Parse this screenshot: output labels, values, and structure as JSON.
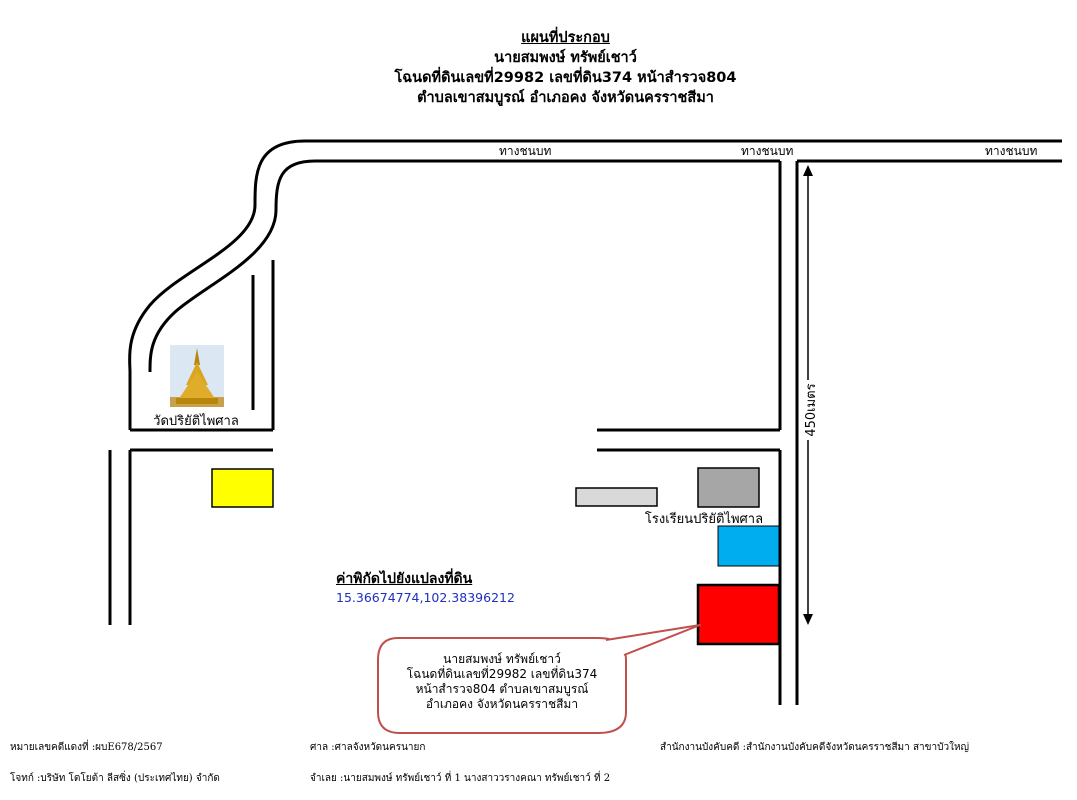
{
  "title": {
    "line1": "แผนที่ประกอบ",
    "line2": "นายสมพงษ์ ทรัพย์เชาว์",
    "line3": "โฉนดที่ดินเลขที่29982 เลขที่ดิน374 หน้าสำรวจ804",
    "line4": "ตำบลเขาสมบูรณ์ อำเภอคง จังหวัดนครราชสีมา"
  },
  "roads": {
    "label_1": "ทางชนบท",
    "label_2": "ทางชนบท",
    "label_3": "ทางชนบท"
  },
  "distance_label": "450เมตร",
  "temple_label": "วัดปริยัติไพศาล",
  "school_label": "โรงเรียนปริยัติไพศาล",
  "coordinates": {
    "heading": "ค่าพิกัดไปยังแปลงที่ดิน",
    "value": "15.36674774,102.38396212"
  },
  "callout": {
    "line1": "นายสมพงษ์ ทรัพย์เชาว์",
    "line2": "โฉนดที่ดินเลขที่29982 เลขที่ดิน374",
    "line3": "หน้าสำรวจ804 ตำบลเขาสมบูรณ์",
    "line4": "อำเภอคง จังหวัดนครราชสีมา"
  },
  "footer": {
    "case_no": "หมายเลขคดีแดงที่ :ผบE678/2567",
    "court": "ศาล :ศาลจังหวัดนครนายก",
    "office": "สำนักงานบังคับคดี :สำนักงานบังคับคดีจังหวัดนครราชสีมา สาขาบัวใหญ่",
    "plaintiff": "โจทก์ :บริษัท โตโยต้า ลีสซิ่ง (ประเทศไทย) จำกัด",
    "defendant": "จำเลย :นายสมพงษ์ ทรัพย์เชาว์ ที่ 1 นางสาววรางคณา ทรัพย์เชาว์ ที่ 2"
  },
  "colors": {
    "target_plot": "#ff0000",
    "yellow_block": "#ffff00",
    "blue_block": "#00aeef",
    "gray_block": "#a6a6a6",
    "light_gray_block": "#d9d9d9",
    "callout_border": "#c0504d",
    "coordinate_text": "#1f2fc0"
  },
  "icons": {
    "temple": "golden-pagoda-icon"
  }
}
